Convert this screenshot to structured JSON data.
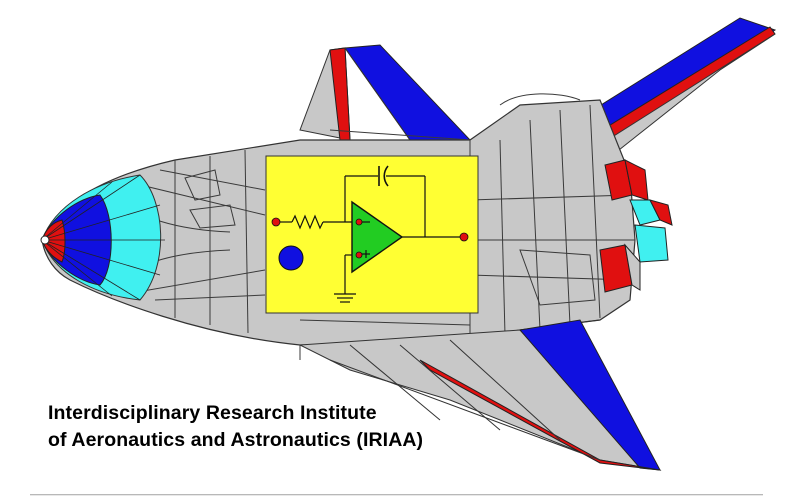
{
  "institute": {
    "name_line1": "Interdisciplinary Research Institute",
    "name_line2": "of Aeronautics and Astronautics (IRIAA)"
  },
  "logo": {
    "subject": "space-shuttle-with-op-amp-integrator-schematic",
    "colors": {
      "hull": "#c8c8c8",
      "wireframe": "#3a3a3a",
      "wing_blue": "#1010e0",
      "wing_red": "#e01010",
      "nose_cyan": "#40f0f0",
      "panel_yellow": "#ffff33",
      "opamp_green": "#22cc22",
      "node_red": "#e01010",
      "dot_blue": "#1010e0"
    }
  }
}
